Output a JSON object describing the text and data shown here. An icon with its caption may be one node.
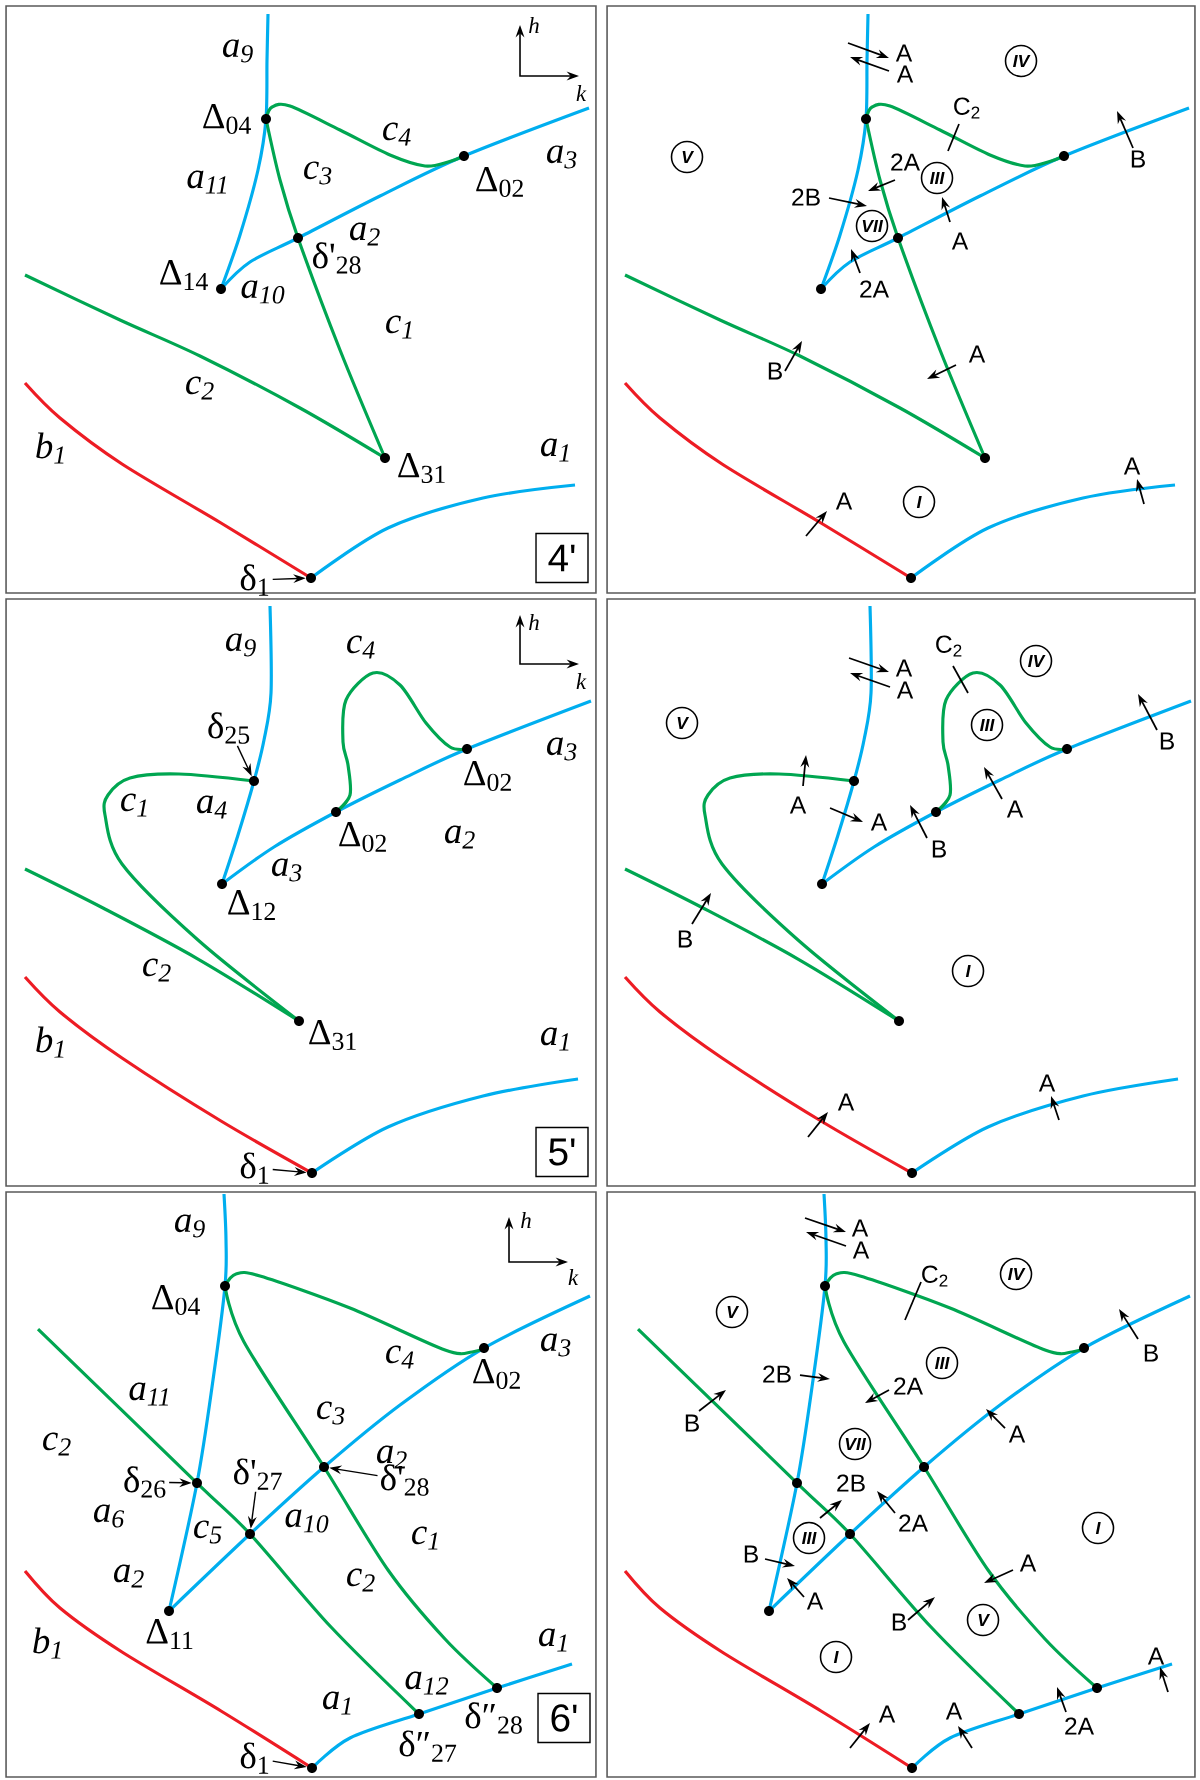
{
  "diagram": {
    "nodes": [
      {
        "text": [],
        "shape": "box"
      },
      {
        "text": [],
        "shape": "box"
      },
      {
        "text": [],
        "shape": "box"
      },
      {
        "text": [],
        "shape": "box"
      },
      {
        "text": [],
        "shape": "box"
      },
      {
        "text": [],
        "shape": "box"
      },
      {
        "text": [
          "δ$_{1}$"
        ],
        "in": 0
      },
      {
        "text": [
          "4'"
        ],
        "in": 0
      },
      {
        "text": [
          "IV"
        ],
        "in": 1
      },
      {
        "text": [
          "V"
        ],
        "in": 1
      },
      {
        "text": [
          "III"
        ],
        "in": 1
      },
      {
        "text": [
          "VII"
        ],
        "in": 1
      },
      {
        "text": [
          "I"
        ],
        "in": 1
      },
      {
        "text": [
          "δ$_{25}$"
        ],
        "in": 2
      },
      {
        "text": [
          "δ$_{1}$"
        ],
        "in": 2
      },
      {
        "text": [
          "5'"
        ],
        "in": 2
      },
      {
        "text": [
          "IV"
        ],
        "in": 3
      },
      {
        "text": [
          "V"
        ],
        "in": 3
      },
      {
        "text": [
          "III"
        ],
        "in": 3
      },
      {
        "text": [
          "I"
        ],
        "in": 3
      },
      {
        "text": [
          "δ$_{26}$"
        ],
        "in": 4
      },
      {
        "text": [
          "δ'$_{27}$"
        ],
        "in": 4
      },
      {
        "text": [
          "δ'$_{28}$"
        ],
        "in": 4
      },
      {
        "text": [
          "δ$_{1}$"
        ],
        "in": 4
      },
      {
        "text": [
          "6'"
        ],
        "in": 4
      },
      {
        "text": [
          "IV"
        ],
        "in": 5
      },
      {
        "text": [
          "V"
        ],
        "in": 5
      },
      {
        "text": [
          "III"
        ],
        "in": 5
      },
      {
        "text": [
          "VII"
        ],
        "in": 5
      },
      {
        "text": [
          "III"
        ],
        "in": 5
      },
      {
        "text": [
          "I"
        ],
        "in": 5
      },
      {
        "text": [
          "V"
        ],
        "in": 5
      },
      {
        "text": [
          "I"
        ],
        "in": 5
      },
      {
        "text": [],
        "shape": "circle",
        "in": 0
      },
      {
        "text": [],
        "shape": "circle",
        "in": 2
      },
      {
        "text": [],
        "shape": "circle",
        "in": 2
      },
      {
        "text": [],
        "shape": "circle",
        "in": 4
      },
      {
        "text": [],
        "shape": "circle",
        "in": 4
      },
      {
        "text": [],
        "shape": "circle",
        "in": 4
      },
      {
        "text": [],
        "shape": "circle",
        "in": 4
      }
    ],
    "edges": [
      {
        "from": 6,
        "to": 33,
        "arrow": "to"
      },
      {
        "from": 13,
        "to": 34,
        "arrow": "to"
      },
      {
        "from": 14,
        "to": 35,
        "arrow": "to"
      },
      {
        "from": 20,
        "to": 36,
        "arrow": "to"
      },
      {
        "from": 21,
        "to": 37,
        "arrow": "to"
      },
      {
        "from": 22,
        "to": 38,
        "arrow": "to"
      },
      {
        "from": 23,
        "to": 39,
        "arrow": "to"
      }
    ],
    "labels": [
      "a$_{9}$",
      "h",
      "k",
      "Δ$_{04}$",
      "c$_{4}$",
      "a$_{3}$",
      "Δ$_{02}$",
      "a$_{11}$",
      "c$_{3}$",
      "a$_{2}$",
      "δ'$_{28}$",
      "Δ$_{14}$",
      "a$_{10}$",
      "c$_{1}$",
      "c$_{2}$",
      "b$_{1}$",
      "Δ$_{31}$",
      "a$_{1}$",
      "A",
      "A",
      "C$_{2}$",
      "B",
      "2A",
      "2B",
      "A",
      "2A",
      "A",
      "B",
      "A",
      "A",
      "a$_{9}$",
      "h",
      "k",
      "c$_{4}$",
      "a$_{3}$",
      "Δ$_{02}$",
      "a$_{4}$",
      "c$_{1}$",
      "Δ$_{02}$",
      "a$_{2}$",
      "a$_{3}$",
      "Δ$_{12}$",
      "c$_{2}$",
      "b$_{1}$",
      "Δ$_{31}$",
      "a$_{1}$",
      "C$_{2}$",
      "A",
      "A",
      "B",
      "A",
      "A",
      "A",
      "B",
      "B",
      "A",
      "A",
      "a$_{9}$",
      "h",
      "k",
      "Δ$_{04}$",
      "c$_{4}$",
      "a$_{3}$",
      "Δ$_{02}$",
      "c$_{3}$",
      "a$_{11}$",
      "a$_{2}$",
      "c$_{2}$",
      "a$_{6}$",
      "c$_{5}$",
      "a$_{10}$",
      "c$_{1}$",
      "a$_{2}$",
      "c$_{2}$",
      "Δ$_{11}$",
      "b$_{1}$",
      "a$_{1}$",
      "a$_{12}$",
      "a$_{1}$",
      "δ″$_{28}$",
      "δ″$_{27}$",
      "A",
      "A",
      "C$_{2}$",
      "B",
      "2B",
      "2A",
      "B",
      "A",
      "2B",
      "2A",
      "B",
      "A",
      "A",
      "B",
      "A",
      "A",
      "A",
      "2A"
    ]
  }
}
